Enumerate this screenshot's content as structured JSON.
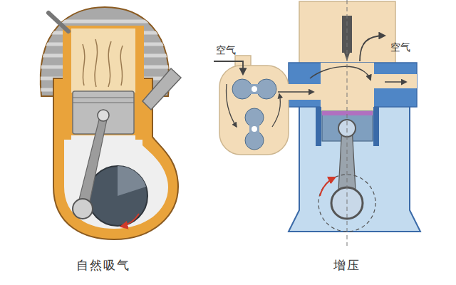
{
  "diagram": {
    "labels": [
      "空气",
      "空气",
      "自然吸气",
      "增压"
    ]
  }
}
